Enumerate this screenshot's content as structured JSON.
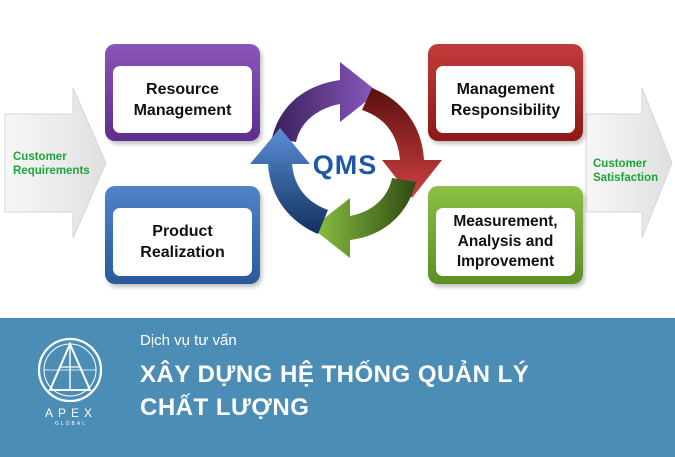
{
  "diagram": {
    "left_label": "Customer\nRequirements",
    "right_label": "Customer\nSatisfaction",
    "center_label": "QMS",
    "boxes": {
      "resource": "Resource\nManagement",
      "management": "Management\nResponsibility",
      "product": "Product\nRealization",
      "measurement": "Measurement,\nAnalysis and\nImprovement"
    },
    "colors": {
      "purple": "#7a48a8",
      "red": "#a82222",
      "blue": "#3a6fb5",
      "green": "#78aa34",
      "label_green": "#1aa63a",
      "qms_blue": "#1f57a8"
    }
  },
  "banner": {
    "subtitle": "Dịch vụ tư vấn",
    "title_line1": "XÂY DỰNG HỆ THỐNG QUẢN LÝ",
    "title_line2": "CHẤT LƯỢNG",
    "logo_text": "APEX",
    "logo_subtext": "GLOBAL",
    "background": "#4c8db5"
  }
}
